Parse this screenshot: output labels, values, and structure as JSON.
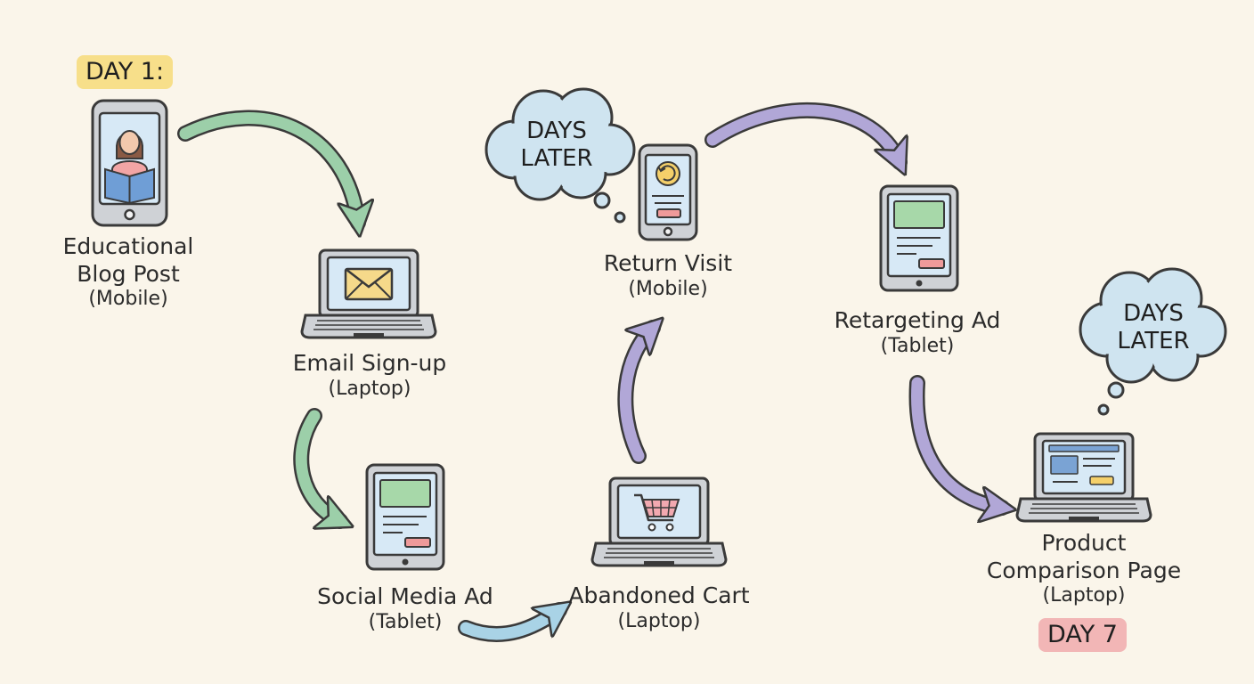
{
  "colors": {
    "green_arrow": "#9ccfa9",
    "blue_arrow": "#a9d3e6",
    "purple_arrow": "#b1a7d7",
    "day1_tag": "#f7df8a",
    "day7_tag": "#f2b6b6",
    "cloud": "#cfe4f0",
    "screen": "#d7e9f6",
    "device_body": "#cfd2d6",
    "outline": "#3a3a3a"
  },
  "tags": {
    "day1": "DAY 1:",
    "day7": "DAY 7"
  },
  "clouds": [
    {
      "line1": "DAYS",
      "line2": "LATER"
    },
    {
      "line1": "DAYS",
      "line2": "LATER"
    }
  ],
  "steps": [
    {
      "title": "Educational",
      "title2": "Blog Post",
      "device": "(Mobile)",
      "icon": "reader-icon"
    },
    {
      "title": "Email Sign-up",
      "device": "(Laptop)",
      "icon": "envelope-icon"
    },
    {
      "title": "Social Media Ad",
      "device": "(Tablet)",
      "icon": "ad-card-icon"
    },
    {
      "title": "Abandoned Cart",
      "device": "(Laptop)",
      "icon": "shopping-cart-icon"
    },
    {
      "title": "Return Visit",
      "device": "(Mobile)",
      "icon": "refresh-icon"
    },
    {
      "title": "Retargeting Ad",
      "device": "(Tablet)",
      "icon": "ad-card-icon"
    },
    {
      "title": "Product",
      "title2": "Comparison Page",
      "device": "(Laptop)",
      "icon": "comparison-icon"
    }
  ]
}
